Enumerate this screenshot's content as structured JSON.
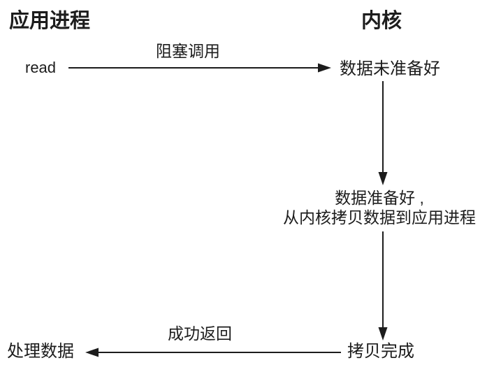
{
  "diagram": {
    "title": "blocking-io-flow",
    "columns": {
      "left": "应用进程",
      "right": "内核"
    },
    "nodes": {
      "read": "read",
      "data_not_ready": "数据未准备好",
      "data_ready_line1": "数据准备好 ,",
      "data_ready_line2": "从内核拷贝数据到应用进程",
      "copy_complete": "拷贝完成",
      "process_data": "处理数据"
    },
    "edge_labels": {
      "blocking_call": "阻塞调用",
      "success_return": "成功返回"
    },
    "colors": {
      "ink": "#1c1c1c",
      "background": "#ffffff"
    }
  }
}
